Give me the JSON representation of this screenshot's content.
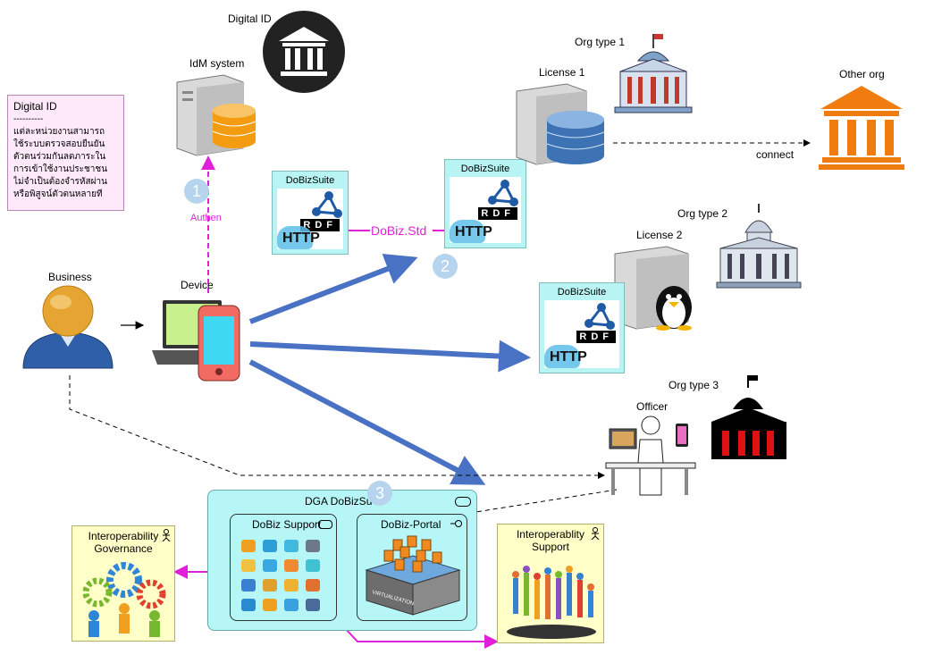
{
  "labels": {
    "digital_id_top": "Digital ID",
    "idm_system": "IdM system",
    "org_type_1": "Org type 1",
    "license_1": "License 1",
    "other_org": "Other org",
    "connect": "connect",
    "org_type_2": "Org type 2",
    "license_2": "License 2",
    "org_type_3": "Org type 3",
    "officer": "Officer",
    "business": "Business",
    "device": "Device",
    "authen": "Authen",
    "dobiz_std": "DoBiz.Std",
    "dga_dobizsu": "DGA DoBizSu",
    "dobiz_support": "DoBiz Support",
    "dobiz_portal": "DoBiz-Portal",
    "interop_governance": "Interoperability Governance",
    "interop_support": "Interoperablity Support",
    "virtualization": "VIRTUALIZATION"
  },
  "note": {
    "title": "Digital ID",
    "rule": "----------",
    "lines": [
      "แต่ละหน่วยงานสามารถ",
      "ใช้ระบบตรวจสอบยืนยัน",
      "ตัวตนร่วมกันลดภาระใน",
      "การเข้าใช้งานประชาชน",
      "ไม่จำเป็นต้องจำรหัสผ่าน",
      "หรือพิสูจน์ตัวตนหลายที่"
    ]
  },
  "dobizsuite": {
    "title": "DoBizSuite",
    "http": "HTTP",
    "rdf": "RDF"
  },
  "steps": [
    "1",
    "2",
    "3"
  ],
  "colors": {
    "magenta": "#e020d8",
    "blue_arrow": "#4a72c4",
    "dobiz_box": "#b8f4f4",
    "capability_box": "#ffffc7",
    "orange_org": "#f07c10"
  }
}
